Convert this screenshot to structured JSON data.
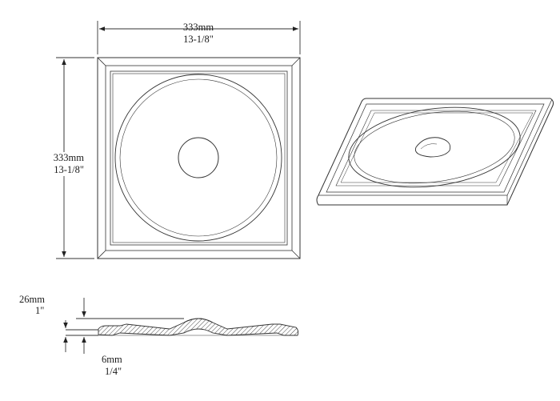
{
  "dimensions": {
    "width": {
      "metric": "333mm",
      "imperial": "13-1/8\""
    },
    "height": {
      "metric": "333mm",
      "imperial": "13-1/8\""
    },
    "total_thickness": {
      "metric": "26mm",
      "imperial": "1\""
    },
    "edge_thickness": {
      "metric": "6mm",
      "imperial": "1/4\""
    }
  }
}
